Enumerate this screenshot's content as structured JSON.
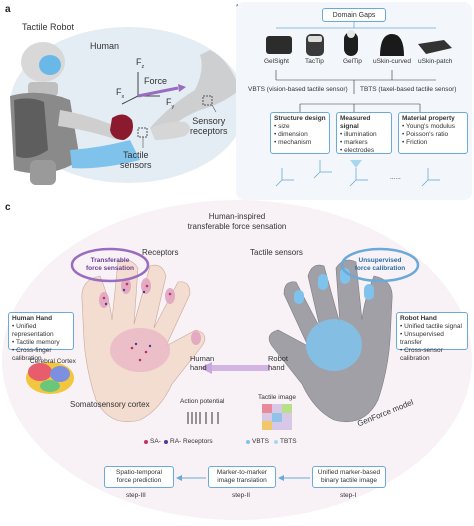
{
  "panel_a": {
    "letter": "a",
    "tactile_robot": "Tactile Robot",
    "human": "Human",
    "fz": "F",
    "fz_sub": "z",
    "fx": "F",
    "fx_sub": "x",
    "fy": "F",
    "fy_sub": "y",
    "force": "Force",
    "sensory_receptors_1": "Sensory",
    "sensory_receptors_2": "receptors",
    "tactile_sensors_1": "Tactile",
    "tactile_sensors_2": "sensors"
  },
  "panel_b": {
    "letter": "b",
    "domain_gaps": "Domain Gaps",
    "sensors": [
      "GelSight",
      "TacTip",
      "GelTip",
      "uSkin-curved",
      "uSkin-patch"
    ],
    "vbts": "VBTS (vision-based tactile sensor)",
    "tbts": "TBTS (taxel-based tactile sensor)",
    "structure_title": "Structure design",
    "structure_items": [
      "size",
      "dimension",
      "mechanism"
    ],
    "signal_title": "Measured signal",
    "signal_items": [
      "illumination",
      "markers",
      "electrodes"
    ],
    "material_title": "Material property",
    "material_items": [
      "Young's modulus",
      "Poisson's ratio",
      "Friction"
    ],
    "ellipsis": "......"
  },
  "panel_c": {
    "letter": "c",
    "title_1": "Human-inspired",
    "title_2": "transferable force sensation",
    "transferable_1": "Transferable",
    "transferable_2": "force sensation",
    "unsupervised_1": "Unsupervised",
    "unsupervised_2": "force calibration",
    "receptors": "Receptors",
    "tactile_sensors": "Tactile sensors",
    "human_hand_title": "Human Hand",
    "human_hand_items": [
      "Unified representation",
      "Tactile memory",
      "Cross-finger calibration"
    ],
    "robot_hand_title": "Robot Hand",
    "robot_hand_items": [
      "Unified tactile signal",
      "Unsupervised transfer",
      "Cross-sensor calibration"
    ],
    "human_hand_1": "Human",
    "human_hand_2": "hand",
    "robot_hand_1": "Robot",
    "robot_hand_2": "hand",
    "cerebral_cortex": "Cerebral Cortex",
    "somatosensory_cortex": "Somatosensory cortex",
    "action_potential": "Action potential",
    "tactile_image": "Tactile image",
    "genforce": "GenForce model",
    "legend": [
      "SA- ",
      "RA- Receptors",
      "VBTS",
      "TBTS"
    ],
    "step1_box": [
      "Unified marker-based",
      "binary tactile image"
    ],
    "step2_box": [
      "Marker-to-marker",
      "image translation"
    ],
    "step3_box": [
      "Spatio-temporal",
      "force prediction"
    ],
    "step1": "step-I",
    "step2": "step-II",
    "step3": "step-III"
  },
  "colors": {
    "sa_receptor": "#c0306a",
    "ra_receptor": "#4a3a9a",
    "vbts": "#7fc3ec",
    "tbts": "#a8d8f0",
    "accent_blue": "#6aa9d8",
    "purple": "#9a6cc0"
  }
}
